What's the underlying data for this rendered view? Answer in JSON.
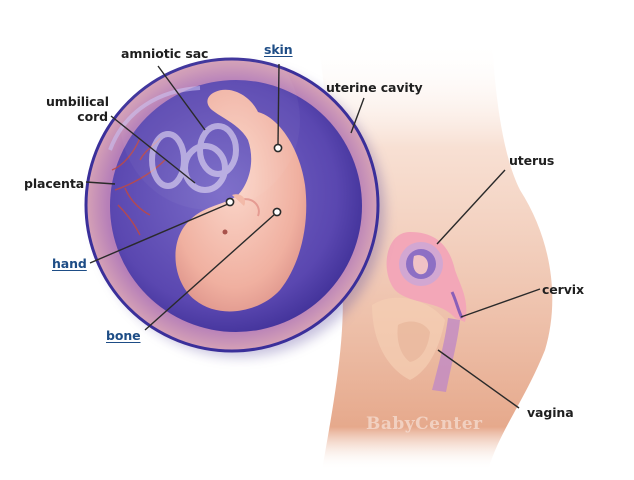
{
  "diagram": {
    "subject": "fetal development in the uterus",
    "inset": "magnified view of embryo inside amniotic sac",
    "colors": {
      "label_text": "#1f1f1f",
      "link_text": "#1e4d86",
      "leader_line": "#2a2a2a",
      "sac_purple": "#5a47b0",
      "sac_rim": "#3a2f9a",
      "skin_tone": "#f0b9a0",
      "uterus_pink": "#f3a7b8",
      "background": "#ffffff"
    },
    "labels": {
      "amniotic_sac": "amniotic sac",
      "skin": "skin",
      "umbilical_cord_line1": "umbilical",
      "umbilical_cord_line2": "cord",
      "placenta": "placenta",
      "hand": "hand",
      "bone": "bone",
      "uterine_cavity": "uterine cavity",
      "uterus": "uterus",
      "cervix": "cervix",
      "vagina": "vagina"
    },
    "linked_labels": [
      "skin",
      "hand",
      "bone"
    ],
    "watermark": "BabyCenter"
  }
}
